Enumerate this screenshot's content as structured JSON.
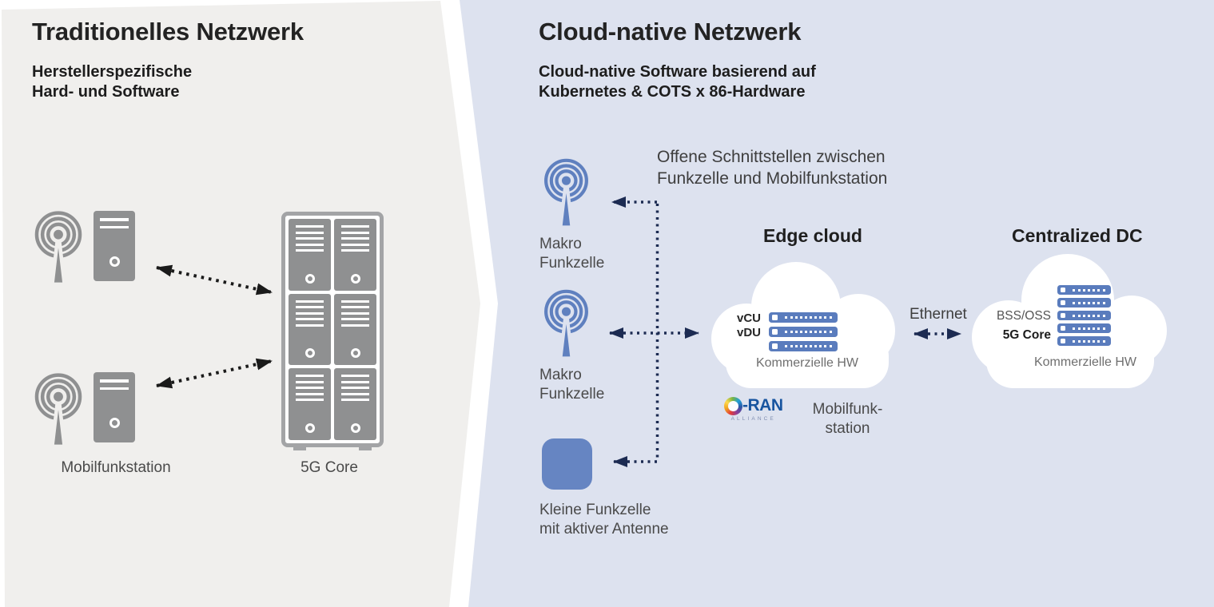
{
  "colors": {
    "left_panel_bg": "#f0efed",
    "right_panel_bg": "#dde2ef",
    "gray_icon": "#8f9091",
    "blue_icon": "#5f80bf",
    "small_cell_blue": "#6685c2",
    "server_bar_blue": "#5a7cbd",
    "black_arrow": "#1a1a1a",
    "navy_arrow": "#1c2b52",
    "cloud_fill": "#ffffff",
    "oran_blue": "#17549f"
  },
  "left_panel": {
    "title": "Traditionelles Netzwerk",
    "subtitle_lines": [
      "Herstellerspezifische",
      "Hard- und Software"
    ],
    "mobilfunkstation_label": "Mobilfunkstation",
    "core_label": "5G Core"
  },
  "right_panel": {
    "title": "Cloud-native Netzwerk",
    "subtitle_lines": [
      "Cloud-native Software basierend auf",
      "Kubernetes & COTS x 86-Hardware"
    ],
    "open_interfaces_lines": [
      "Offene Schnittstellen zwischen",
      "Funkzelle und Mobilfunkstation"
    ],
    "macro_cell_label_lines": [
      "Makro",
      "Funkzelle"
    ],
    "small_cell_label_lines": [
      "Kleine Funkzelle",
      "mit aktiver Antenne"
    ],
    "edge_cloud": {
      "heading": "Edge cloud",
      "server_labels": [
        "vCU",
        "vDU"
      ],
      "hw_label": "Kommerzielle HW"
    },
    "oran": {
      "wordmark": "-RAN",
      "subtext": "ALLIANCE"
    },
    "mobilfunkstation_lines": [
      "Mobilfunk-",
      "station"
    ],
    "ethernet_label": "Ethernet",
    "centralized_dc": {
      "heading": "Centralized DC",
      "row_labels": [
        "BSS/OSS",
        "5G Core"
      ],
      "hw_label": "Kommerzielle HW"
    }
  }
}
